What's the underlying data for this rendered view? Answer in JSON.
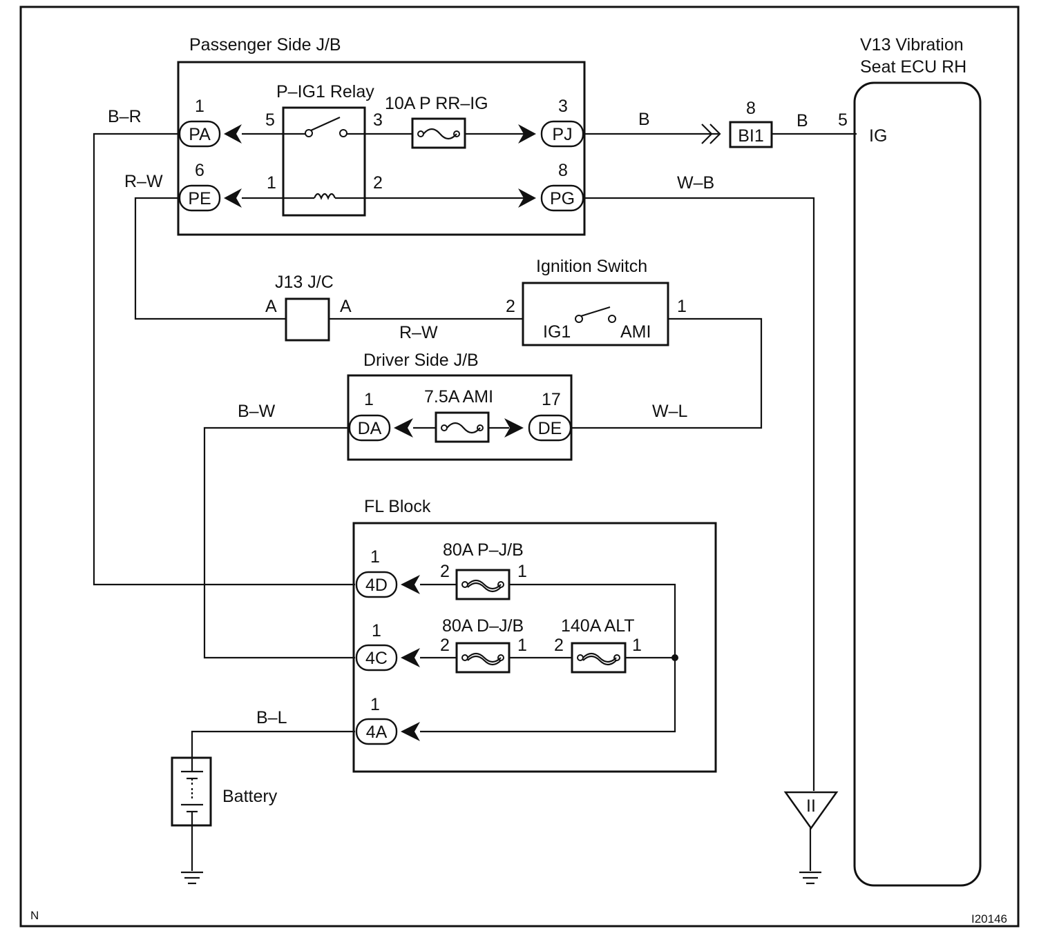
{
  "components": {
    "passenger_jb": {
      "title": "Passenger Side J/B",
      "relay": {
        "title": "P–IG1 Relay",
        "pins": [
          "5",
          "3",
          "1",
          "2"
        ]
      },
      "fuse": "10A P RR–IG",
      "connectors": [
        {
          "id": "PA",
          "pin": "1"
        },
        {
          "id": "PE",
          "pin": "6"
        },
        {
          "id": "PJ",
          "pin": "3"
        },
        {
          "id": "PG",
          "pin": "8"
        }
      ]
    },
    "ecu": {
      "title_line1": "V13 Vibration",
      "title_line2": "Seat ECU RH",
      "terminal": "IG",
      "pin": "5"
    },
    "bi1": {
      "id": "BI1",
      "pin": "8"
    },
    "ground_marker": "II",
    "j13": {
      "title": "J13 J/C",
      "left": "A",
      "right": "A"
    },
    "ignition_switch": {
      "title": "Ignition Switch",
      "pin_left": "2",
      "pin_right": "1",
      "label_left": "IG1",
      "label_right": "AMI"
    },
    "driver_jb": {
      "title": "Driver Side J/B",
      "fuse": "7.5A AMI",
      "connectors": [
        {
          "id": "DA",
          "pin": "1"
        },
        {
          "id": "DE",
          "pin": "17"
        }
      ]
    },
    "fl_block": {
      "title": "FL Block",
      "fuses": [
        {
          "label": "80A P–J/B",
          "pin_in": "2",
          "pin_out": "1"
        },
        {
          "label": "80A D–J/B",
          "pin_in": "2",
          "pin_out": "1"
        },
        {
          "label": "140A ALT",
          "pin_in": "2",
          "pin_out": "1"
        }
      ],
      "connectors": [
        {
          "id": "4D",
          "pin": "1"
        },
        {
          "id": "4C",
          "pin": "1"
        },
        {
          "id": "4A",
          "pin": "1"
        }
      ]
    },
    "battery": {
      "label": "Battery"
    }
  },
  "wires": {
    "b_r": "B–R",
    "r_w_top": "R–W",
    "r_w_mid": "R–W",
    "b_top_left": "B",
    "b_top_right": "B",
    "w_b": "W–B",
    "b_w": "B–W",
    "w_l": "W–L",
    "b_l": "B–L"
  },
  "footer": {
    "left": "N",
    "code": "I20146"
  }
}
